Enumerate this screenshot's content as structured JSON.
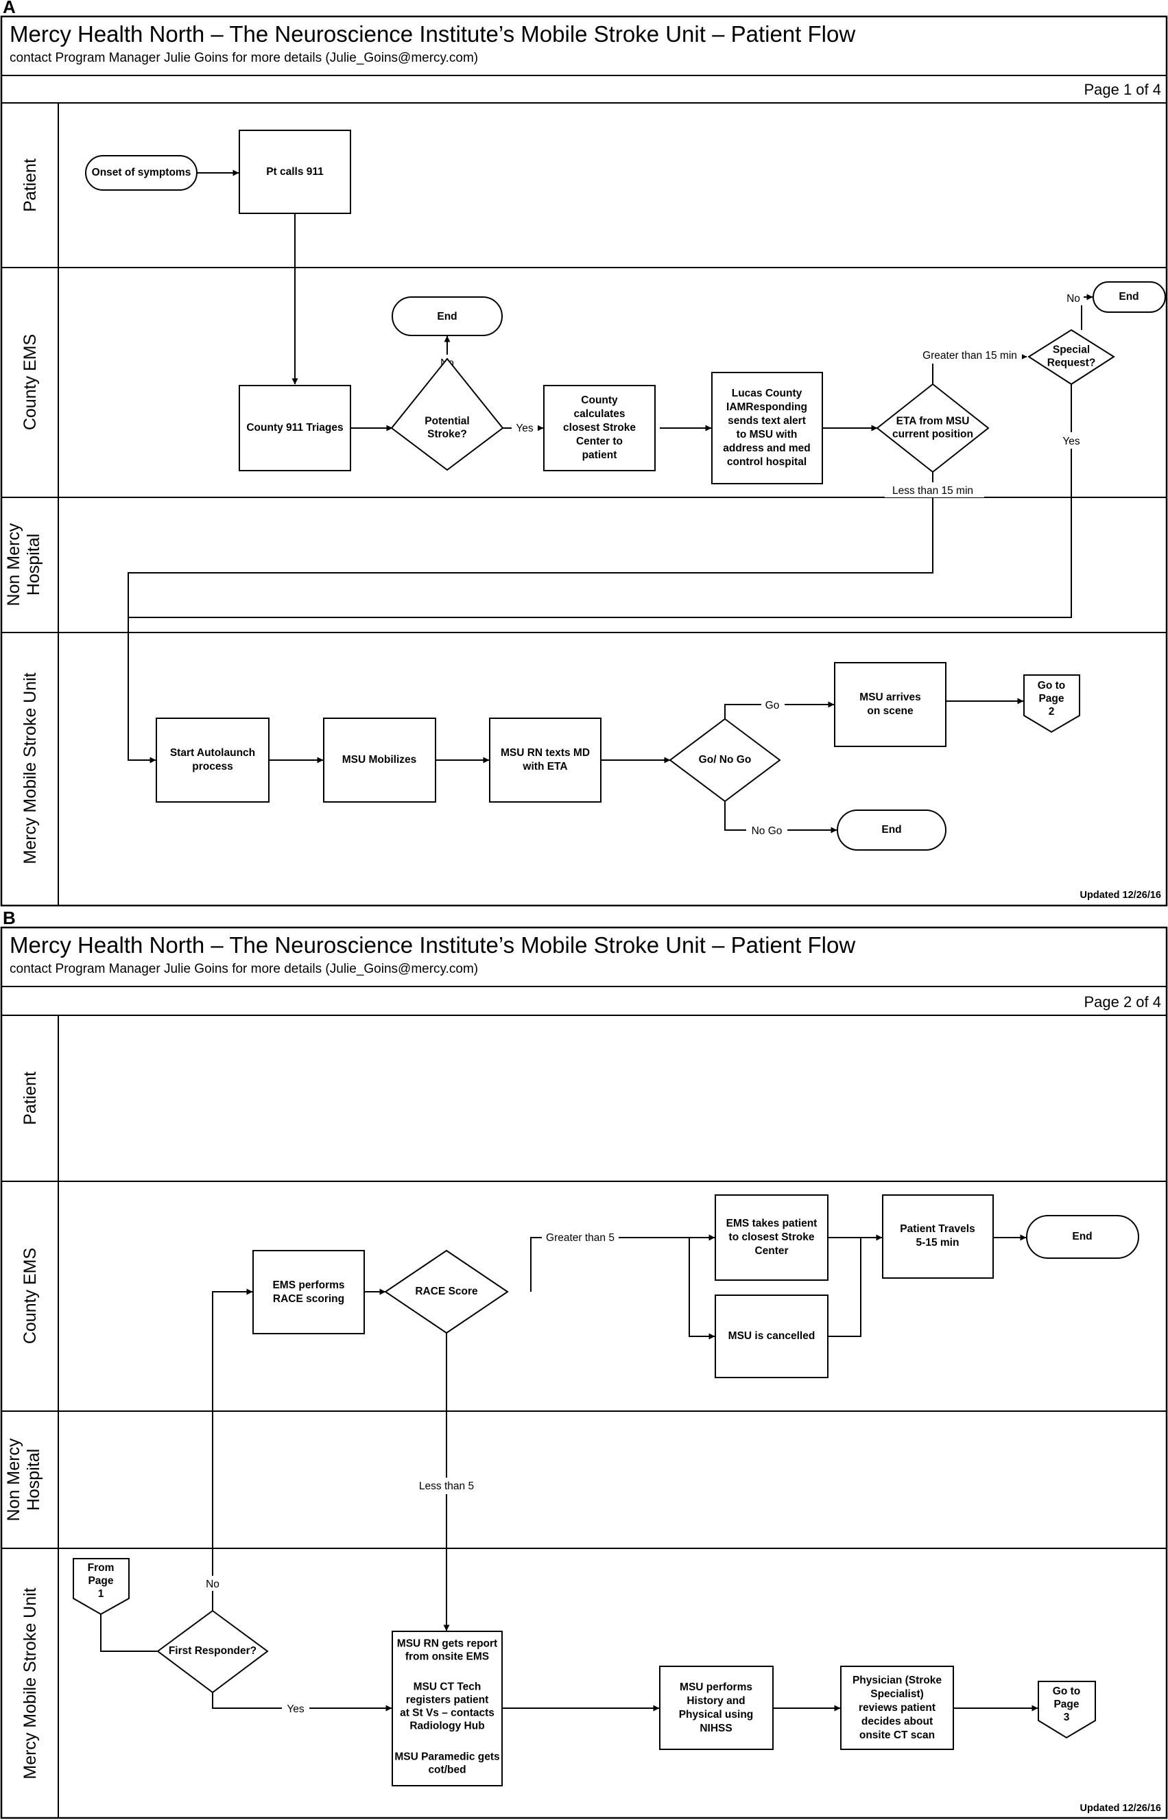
{
  "colors": {
    "line": "#000000",
    "background": "#ffffff"
  },
  "panels": [
    {
      "letter": "A",
      "title": "Mercy Health North – The Neuroscience Institute’s Mobile Stroke Unit – Patient Flow",
      "subtitle": "contact Program Manager Julie Goins for more details (Julie_Goins@mercy.com)",
      "page_label": "Page 1 of 4",
      "updated": "Updated 12/26/16",
      "lanes": [
        "Patient",
        "County EMS",
        "Non Mercy Hospital",
        "Mercy Mobile Stroke Unit"
      ],
      "nodes": {
        "onset": "Onset of symptoms",
        "calls911": "Pt calls 911",
        "end1": "End",
        "triage": "County 911 Triages",
        "potential_stroke": "Potential Stroke?",
        "calc_center": "County calculates closest Stroke Center to patient",
        "lucas": "Lucas County IAMResponding sends text alert to MSU with address and med control hospital",
        "eta": "ETA from MSU current position",
        "special": "Special Request?",
        "end2": "End",
        "autolaunch": "Start Autolaunch process",
        "mobilizes": "MSU Mobilizes",
        "rn_texts": "MSU RN texts MD with ETA",
        "gonogo": "Go/ No Go",
        "arrives": "MSU arrives on scene",
        "goto2": "Go to Page 2",
        "end3": "End"
      },
      "edges": {
        "no1": "No",
        "yes1": "Yes",
        "gt15": "Greater than 15 min",
        "no2": "No",
        "yes2": "Yes",
        "lt15": "Less than 15 min",
        "go": "Go",
        "nogo": "No Go"
      }
    },
    {
      "letter": "B",
      "title": "Mercy Health North – The Neuroscience Institute’s Mobile Stroke Unit – Patient Flow",
      "subtitle": "contact Program Manager Julie Goins for more details (Julie_Goins@mercy.com)",
      "page_label": "Page 2 of 4",
      "updated": "Updated 12/26/16",
      "lanes": [
        "Patient",
        "County EMS",
        "Non Mercy Hospital",
        "Mercy Mobile Stroke Unit"
      ],
      "nodes": {
        "race_scoring": "EMS performs RACE scoring",
        "race_score": "RACE Score",
        "ems_takes": "EMS takes patient to closest Stroke Center",
        "cancelled": "MSU is cancelled",
        "travels": "Patient Travels 5-15 min",
        "end": "End",
        "from1": "From Page 1",
        "first_responder": "First Responder?",
        "rn_report": "MSU RN gets report from onsite EMS",
        "ct_tech": "MSU CT Tech registers patient at St Vs – contacts Radiology Hub",
        "paramedic": "MSU Paramedic gets cot/bed",
        "history": "MSU performs History and Physical using NIHSS",
        "physician": "Physician (Stroke Specialist) reviews patient decides about onsite CT scan",
        "goto3": "Go to Page 3"
      },
      "edges": {
        "gt5": "Greater than 5",
        "lt5": "Less than 5",
        "no": "No",
        "yes": "Yes"
      }
    }
  ]
}
